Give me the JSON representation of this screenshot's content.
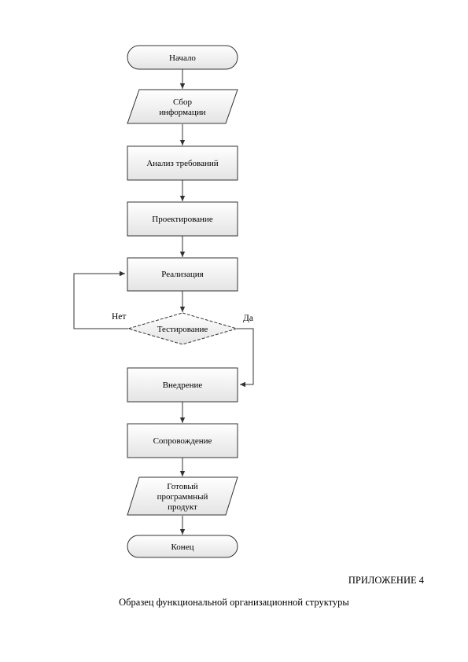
{
  "flowchart": {
    "start": "Начало",
    "collect_info": [
      "Сбор",
      "информации"
    ],
    "requirements": "Анализ требований",
    "design": "Проектирование",
    "implementation": "Реализация",
    "testing": "Тестирование",
    "branch_no": "Нет",
    "branch_yes": "Да",
    "deployment": "Внедрение",
    "maintenance": "Сопровождение",
    "product": [
      "Готовый",
      "программный",
      "продукт"
    ],
    "end": "Конец"
  },
  "appendix_label": "ПРИЛОЖЕНИЕ 4",
  "caption": "Образец функциональной организационной структуры",
  "colors": {
    "stroke": "#333333",
    "fill_top": "#ffffff",
    "fill_bottom": "#e6e6e6",
    "text": "#000000"
  }
}
